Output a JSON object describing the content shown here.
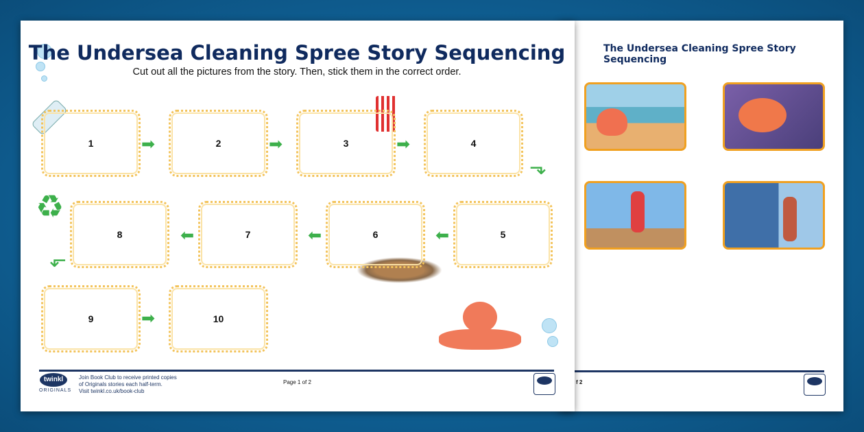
{
  "page1": {
    "title": "The Undersea Cleaning Spree Story Sequencing",
    "subtitle": "Cut out all the pictures from the story. Then, stick them in the correct order.",
    "boxes": [
      "1",
      "2",
      "3",
      "4",
      "5",
      "6",
      "7",
      "8",
      "9",
      "10"
    ],
    "footer": {
      "logo_text": "twinkl",
      "logo_sub": "ORIGINALS",
      "line1": "Join Book Club to receive printed copies",
      "line2": "of Originals stories each half-term.",
      "line3": "Visit twinkl.co.uk/book-club",
      "page": "Page 1 of 2",
      "page_partial": "f 2"
    }
  },
  "page2": {
    "title": "The Undersea Cleaning Spree Story Sequencing"
  },
  "colors": {
    "title": "#0f2a5e",
    "box_border": "#f3c35a",
    "arrow": "#3db04b",
    "image_border": "#f0a020"
  }
}
